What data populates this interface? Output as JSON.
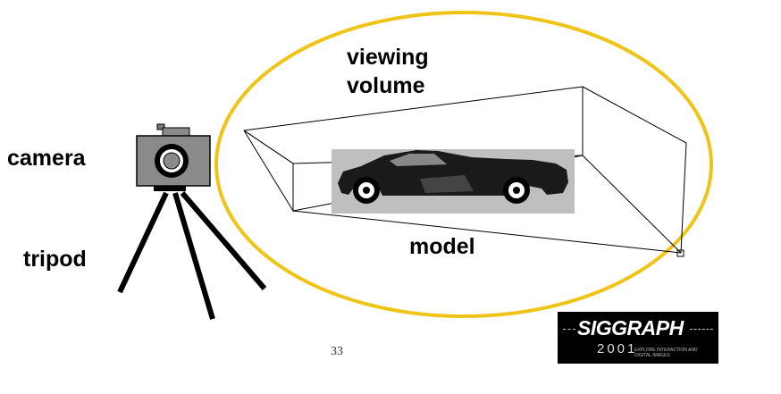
{
  "labels": {
    "camera": "camera",
    "tripod": "tripod",
    "viewing_volume": "viewing\nvolume",
    "model": "model"
  },
  "page_number": "33",
  "logo": {
    "name": "SIGGRAPH",
    "year": "2001",
    "tagline": "EXPLORE INTERACTION AND DIGITAL IMAGES"
  },
  "colors": {
    "highlight_ellipse": "#f0c417",
    "ink": "#000000",
    "model_backdrop": "#bfbfbf",
    "camera_body": "#8a8a8a"
  },
  "icons": {
    "camera": "camera-icon",
    "tripod": "tripod-icon",
    "car": "car-icon"
  }
}
